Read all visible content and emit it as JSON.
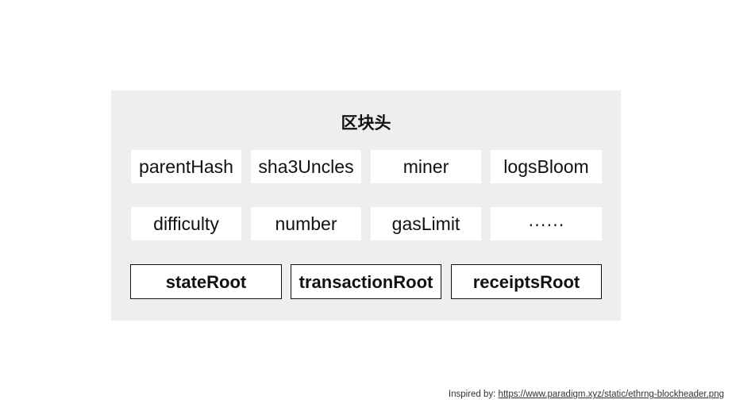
{
  "diagram": {
    "title": "区块头",
    "fields_row1": [
      "parentHash",
      "sha3Uncles",
      "miner",
      "logsBloom"
    ],
    "fields_row2": [
      "difficulty",
      "number",
      "gasLimit",
      "······"
    ],
    "roots": [
      "stateRoot",
      "transactionRoot",
      "receiptsRoot"
    ]
  },
  "credit": {
    "prefix": "Inspired by:",
    "url": "https://www.paradigm.xyz/static/ethrng-blockheader.png"
  },
  "colors": {
    "panel_background": "#eeeeee",
    "box_background": "#ffffff",
    "text": "#111111",
    "root_border": "#111111"
  }
}
